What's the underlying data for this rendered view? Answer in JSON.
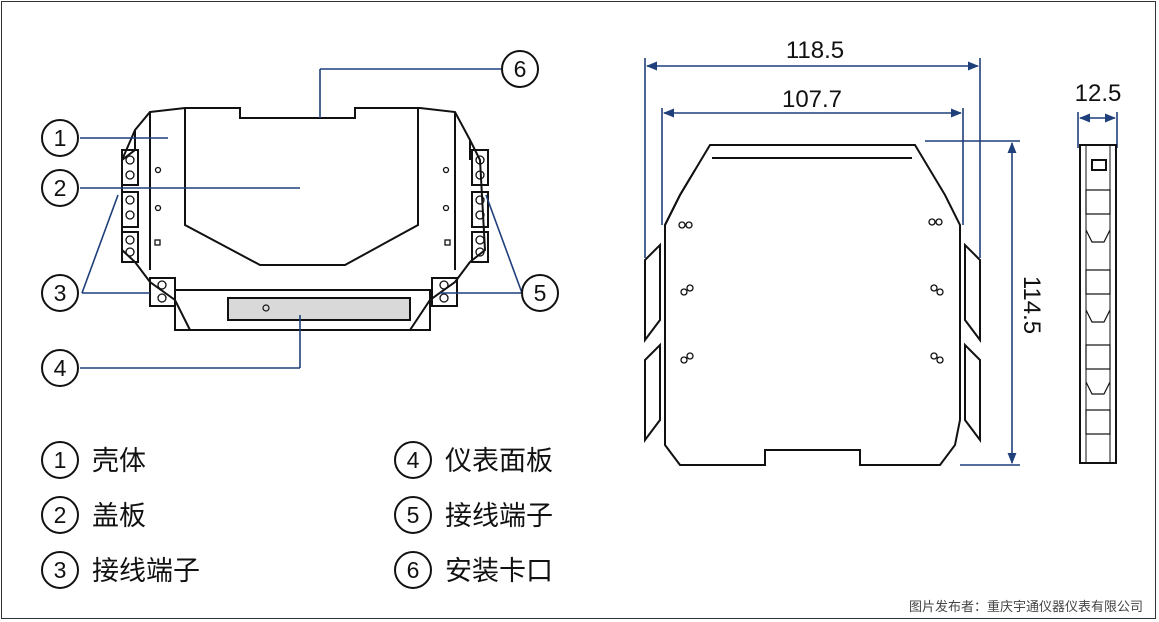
{
  "callouts": [
    {
      "num": "1",
      "label": "壳体"
    },
    {
      "num": "2",
      "label": "盖板"
    },
    {
      "num": "3",
      "label": "接线端子"
    },
    {
      "num": "4",
      "label": "仪表面板"
    },
    {
      "num": "5",
      "label": "接线端子"
    },
    {
      "num": "6",
      "label": "安装卡口"
    }
  ],
  "dimensions": {
    "overall_width": "118.5",
    "inner_width": "107.7",
    "height": "114.5",
    "thickness": "12.5"
  },
  "credit": "图片发布者：重庆宇通仪器仪表有限公司",
  "colors": {
    "dimension_line": "#1f3f7a",
    "outline": "#111111",
    "panel": "#d9d9d9"
  }
}
